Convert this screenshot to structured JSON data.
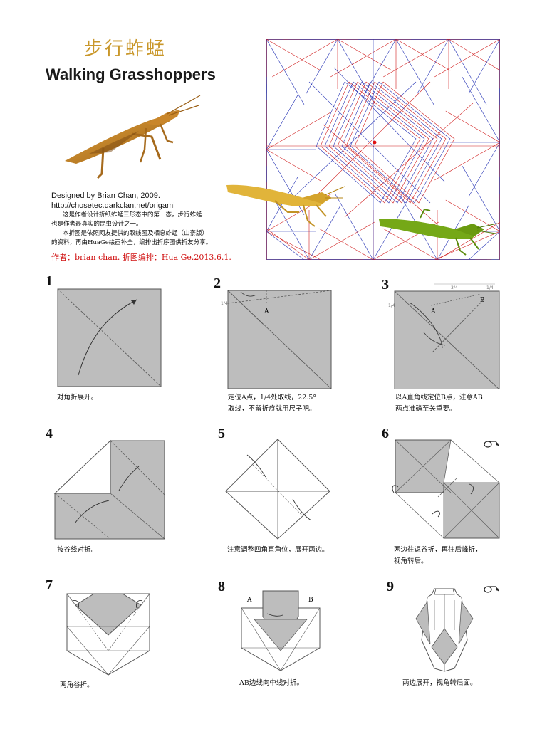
{
  "header": {
    "title_cn": "步行蚱蜢",
    "title_en": "Walking Grasshoppers"
  },
  "credit": {
    "line1": "Designed by Brian Chan, 2009.",
    "line2": "http://chosetec.darkclan.net/origami",
    "note1a": "这是作者设计折纸蚱蜢三形态中的第一态，步行蚱蜢.",
    "note1b": "也是作者最真实的昆虫设计之一。",
    "note2a": "本折图是依照网友提供的取线图及栖息蚱蜢（山寨版）",
    "note2b": "的资料，再由HuaGe绘画补全，编排出折序图供折友分享。",
    "author": "作者：brian chan.  折图编排：Hua Ge.2013.6.1."
  },
  "colors": {
    "title": "#c9972a",
    "author": "#d01010",
    "paper_gray": "#bdbdbd",
    "mountain": "#d01c1c",
    "valley": "#2533b5"
  },
  "steps": [
    {
      "num": "1",
      "caption_1": "对角折展开。",
      "caption_2": ""
    },
    {
      "num": "2",
      "caption_1": "定位A点，1/4处取线，22.5°",
      "caption_2": "取线，不留折痕就用尺子吧。",
      "label_a": "A",
      "label_q": "1/4"
    },
    {
      "num": "3",
      "caption_1": "以A直角线定位B点，注意AB",
      "caption_2": "两点准确至关重要。",
      "label_a": "A",
      "label_b": "B",
      "label_q1": "3/4",
      "label_q2": "1/4",
      "label_q3": "1/4"
    },
    {
      "num": "4",
      "caption_1": "按谷线对折。",
      "caption_2": ""
    },
    {
      "num": "5",
      "caption_1": "注意调整四角直角位，展开两边。",
      "caption_2": ""
    },
    {
      "num": "6",
      "caption_1": "两边往返谷折，再往后峰折，",
      "caption_2": "视角转后。"
    },
    {
      "num": "7",
      "caption_1": "两角谷折。",
      "caption_2": ""
    },
    {
      "num": "8",
      "caption_1": "AB边线向中线对折。",
      "caption_2": "",
      "label_a": "A",
      "label_b": "B"
    },
    {
      "num": "9",
      "caption_1": "两边展开，视角转后面。",
      "caption_2": ""
    }
  ],
  "icons": {
    "turn_over": "turn-over-icon",
    "fold_arrow": "fold-arrow-icon"
  }
}
